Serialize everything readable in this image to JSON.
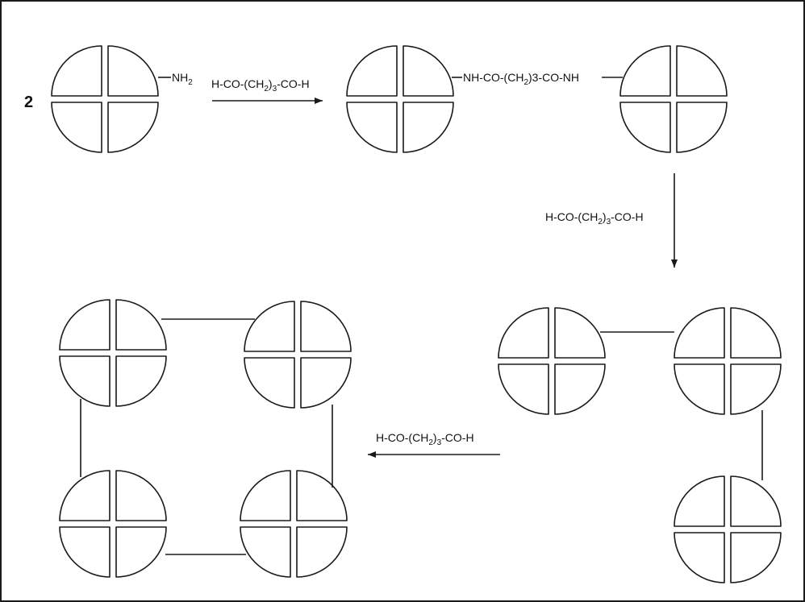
{
  "coefficient": "2",
  "group_label": {
    "main": "NH",
    "sub": "2"
  },
  "linker_label": {
    "p1": "NH-CO-(CH",
    "sub": "2",
    "p2": ")3-CO-NH"
  },
  "reagent": {
    "p1": "H-CO-(CH",
    "sub": "2",
    "p2": ")",
    "sub2": "3",
    "p3": "-CO-H"
  }
}
